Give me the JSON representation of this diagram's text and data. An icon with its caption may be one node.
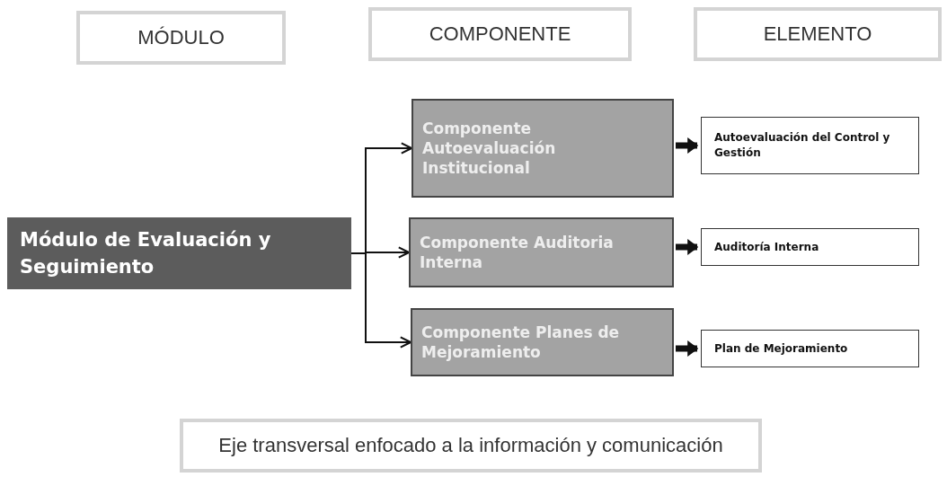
{
  "diagram": {
    "nodes": [
      {
        "text": [
          "MÓDULO"
        ]
      },
      {
        "text": [
          "COMPONENTE"
        ]
      },
      {
        "text": [
          "ELEMENTO"
        ]
      },
      {
        "text": [
          "Módulo de Evaluación y Seguimiento"
        ]
      },
      {
        "text": [
          "Componente Autoevaluación Institucional"
        ]
      },
      {
        "text": [
          "Autoevaluación del Control y Gestión"
        ]
      },
      {
        "text": [
          "Componente Auditoria Interna"
        ]
      },
      {
        "text": [
          "Auditoría Interna"
        ]
      },
      {
        "text": [
          "Componente Planes de Mejoramiento"
        ]
      },
      {
        "text": [
          "Plan de Mejoramiento"
        ]
      },
      {
        "text": [
          "Eje transversal enfocado a la información y comunicación"
        ]
      }
    ],
    "edges": [
      {
        "from": 3,
        "to": 4,
        "arrow": "to"
      },
      {
        "from": 3,
        "to": 6,
        "arrow": "to"
      },
      {
        "from": 3,
        "to": 8,
        "arrow": "to"
      },
      {
        "from": 4,
        "to": 5,
        "arrow": "to",
        "style": "thick"
      },
      {
        "from": 6,
        "to": 7,
        "arrow": "to",
        "style": "thick"
      },
      {
        "from": 8,
        "to": 9,
        "arrow": "to",
        "style": "thick"
      }
    ]
  }
}
